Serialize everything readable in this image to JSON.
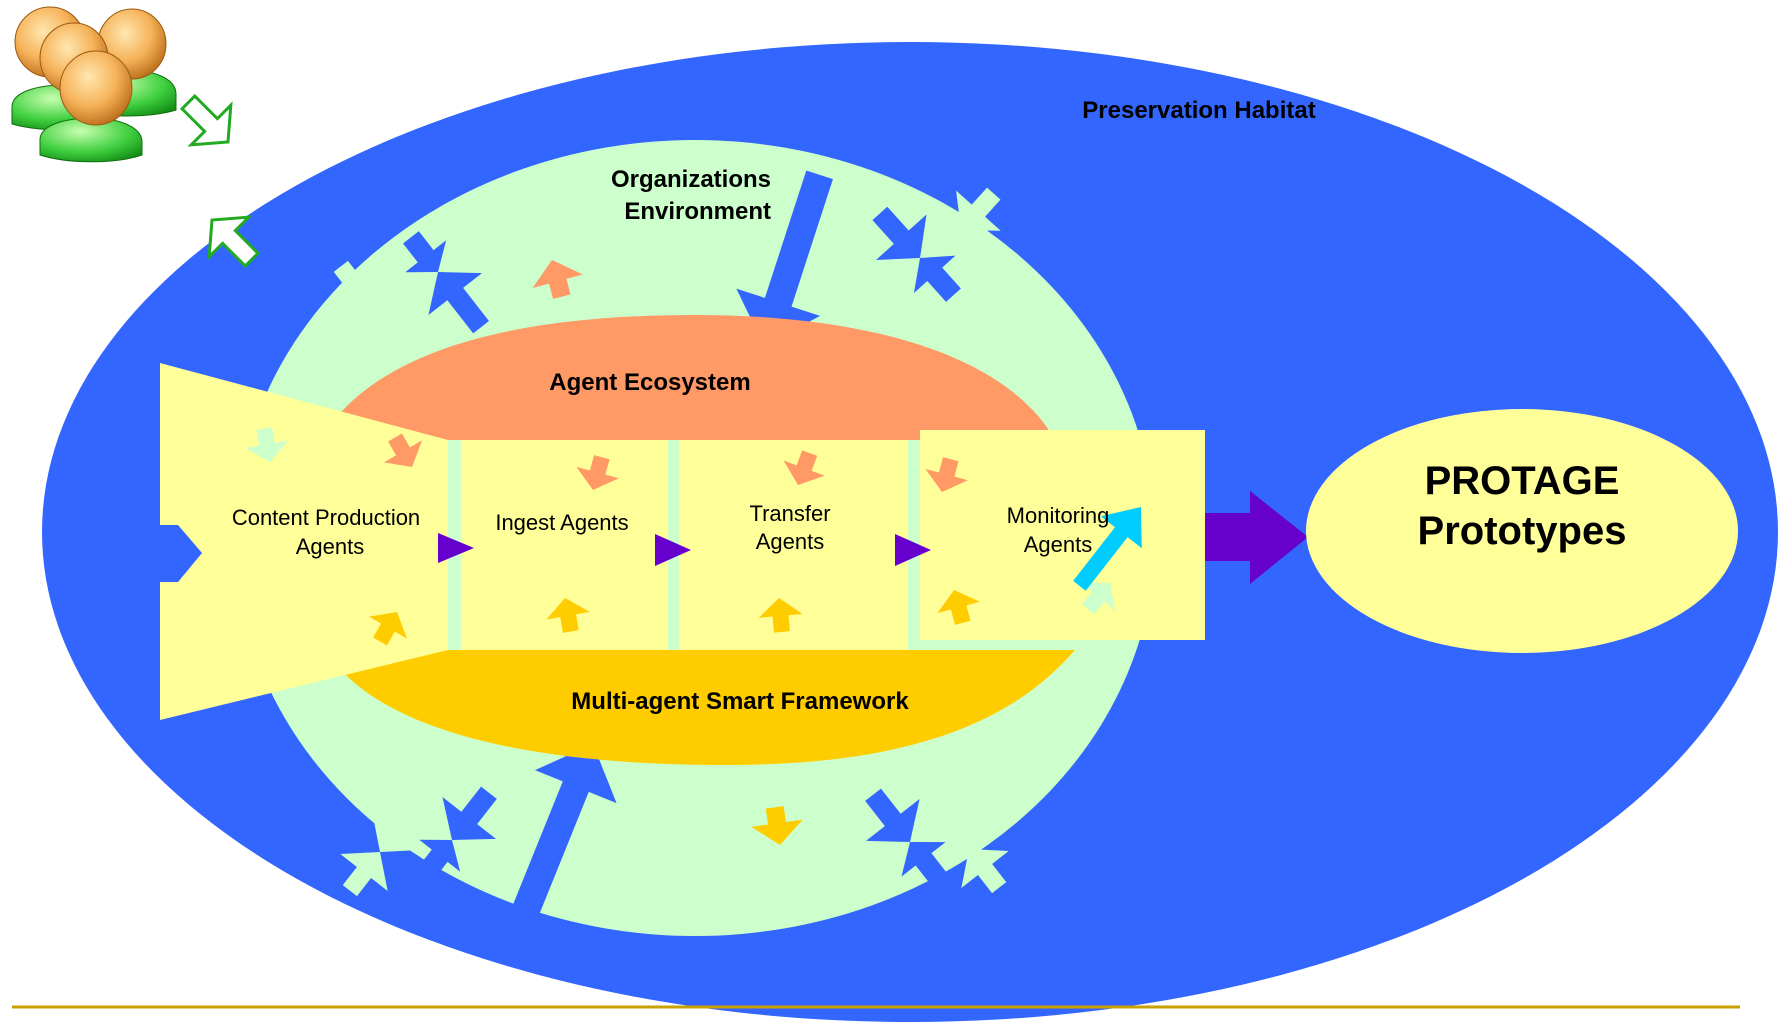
{
  "labels": {
    "habitat": "Preservation Habitat",
    "organizations_line1": "Organizations",
    "organizations_line2": "Environment",
    "ecosystem": "Agent Ecosystem",
    "framework": "Multi-agent Smart Framework",
    "protage_line1": "PROTAGE",
    "protage_line2": "Prototypes"
  },
  "stages": [
    {
      "line1": "Content Production",
      "line2": "Agents"
    },
    {
      "line1": "Ingest Agents",
      "line2": ""
    },
    {
      "line1": "Transfer",
      "line2": "Agents"
    },
    {
      "line1": "Monitoring",
      "line2": "Agents"
    }
  ],
  "colors": {
    "habitat": "#3366ff",
    "organizations": "#ccffcc",
    "ecosystem": "#ff9966",
    "framework": "#ffcc00",
    "stage_box": "#ffff99",
    "flow_arrow": "#6600cc",
    "monitor_arrow": "#00ccff",
    "users_arrow": "#33aa33",
    "footer_line": "#c8a000"
  },
  "icons": [
    "users-icon"
  ]
}
